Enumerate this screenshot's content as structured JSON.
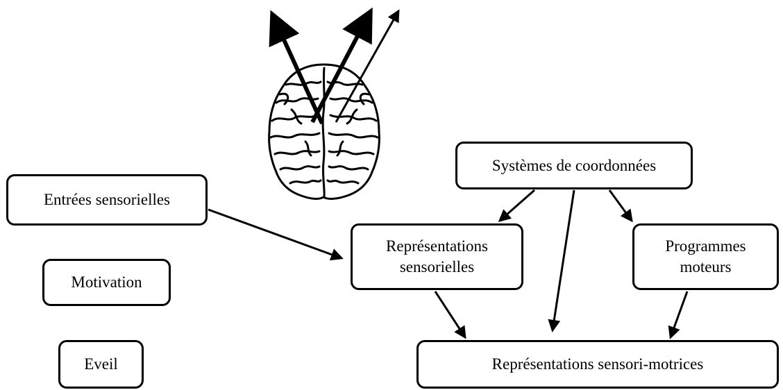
{
  "boxes": {
    "entrees_sensorielles": "Entrées sensorielles",
    "motivation": "Motivation",
    "eveil": "Eveil",
    "systemes_coordonnees": "Systèmes de coordonnées",
    "representations_sensorielles": [
      "Représentations",
      "sensorielles"
    ],
    "programmes_moteurs": [
      "Programmes",
      "moteurs"
    ],
    "representations_sensori_motrices": "Représentations sensori-motrices"
  },
  "icons": {
    "brain": "brain-icon"
  },
  "colors": {
    "stroke": "#000000",
    "background": "#ffffff"
  }
}
